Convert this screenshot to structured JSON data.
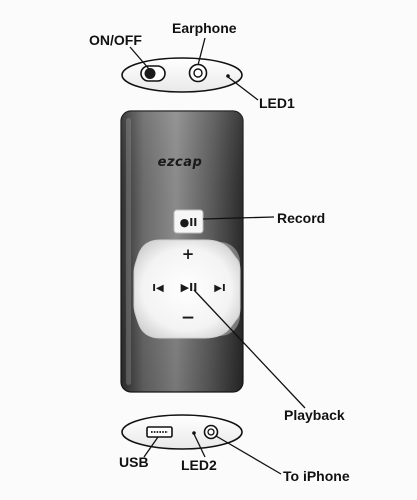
{
  "labels": {
    "on_off": "ON/OFF",
    "earphone": "Earphone",
    "led1": "LED1",
    "record": "Record",
    "playback": "Playback",
    "usb": "USB",
    "led2": "LED2",
    "to_iphone": "To iPhone"
  },
  "device": {
    "brand": "ezcap",
    "buttons": {
      "record_glyph": "●II",
      "plus_glyph": "+",
      "minus_glyph": "−",
      "prev_glyph": "I◀",
      "play_pause_glyph": "▶II",
      "next_glyph": "▶I"
    }
  },
  "colors": {
    "device_body": "#4a4a4a",
    "device_highlight": "#8a8a8a",
    "keypad": "#f2f2f2",
    "leader_line": "#111111"
  },
  "icons": {
    "switch": "slide-switch-icon",
    "earphone_jack": "earphone-jack-icon",
    "led": "led-indicator-icon",
    "usb_port": "usb-port-icon",
    "iphone_jack": "iphone-jack-icon"
  }
}
